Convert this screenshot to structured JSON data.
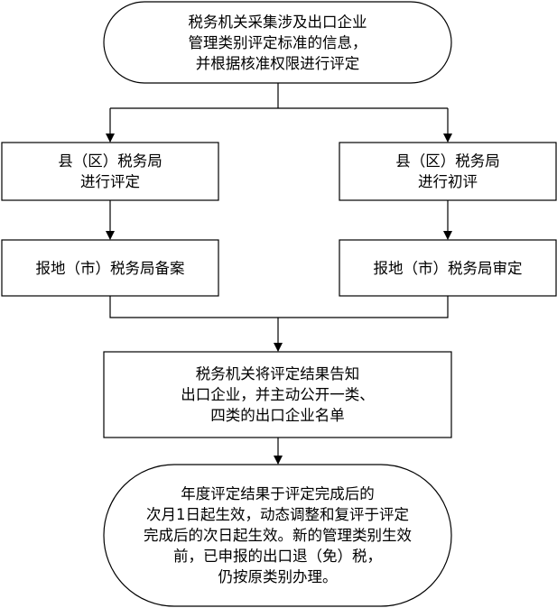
{
  "nodes": {
    "start": [
      "税务机关采集涉及出口企业",
      "管理类别评定标准的信息，",
      "并根据核准权限进行评定"
    ],
    "left_evaluate": [
      "县（区）税务局",
      "进行评定"
    ],
    "right_evaluate": [
      "县（区）税务局",
      "进行初评"
    ],
    "left_file": [
      "报地（市）税务局备案"
    ],
    "right_approve": [
      "报地（市）税务局审定"
    ],
    "notify": [
      "税务机关将评定结果告知",
      "出口企业，并主动公开一类、",
      "四类的出口企业名单"
    ],
    "end": [
      "年度评定结果于评定完成后的",
      "次月1日起生效，动态调整和复评于评定",
      "完成后的次日起生效。新的管理类别生效",
      "前，已申报的出口退（免）税，",
      "仍按原类别办理。"
    ]
  }
}
